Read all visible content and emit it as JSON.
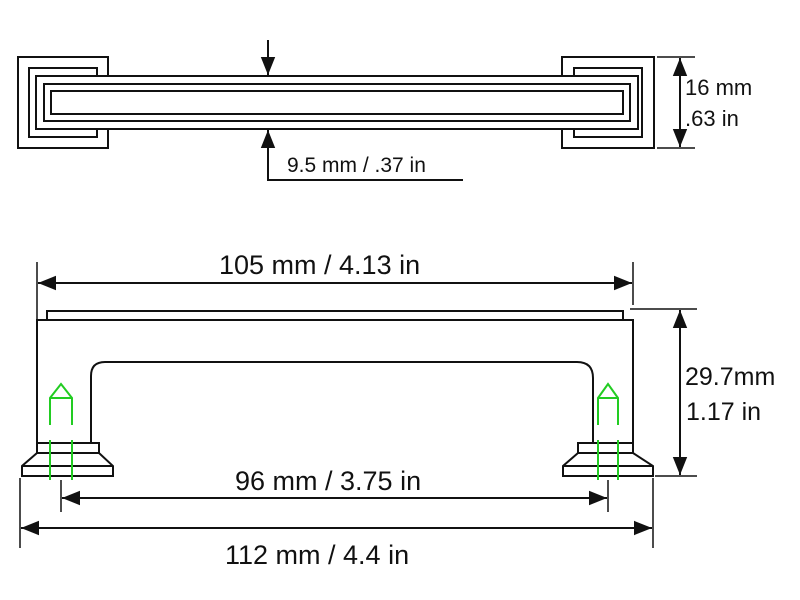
{
  "colors": {
    "line": "#111111",
    "screw": "#22cc22",
    "background": "#ffffff"
  },
  "top_view": {
    "thickness_label": "9.5 mm / .37 in",
    "height_label_mm": "16 mm",
    "height_label_in": ".63 in"
  },
  "front_view": {
    "overall_length_label": "105 mm / 4.13 in",
    "center_to_center_label": "96 mm / 3.75 in",
    "base_length_label": "112 mm / 4.4 in",
    "height_label_mm": "29.7mm",
    "height_label_in": "1.17 in"
  }
}
